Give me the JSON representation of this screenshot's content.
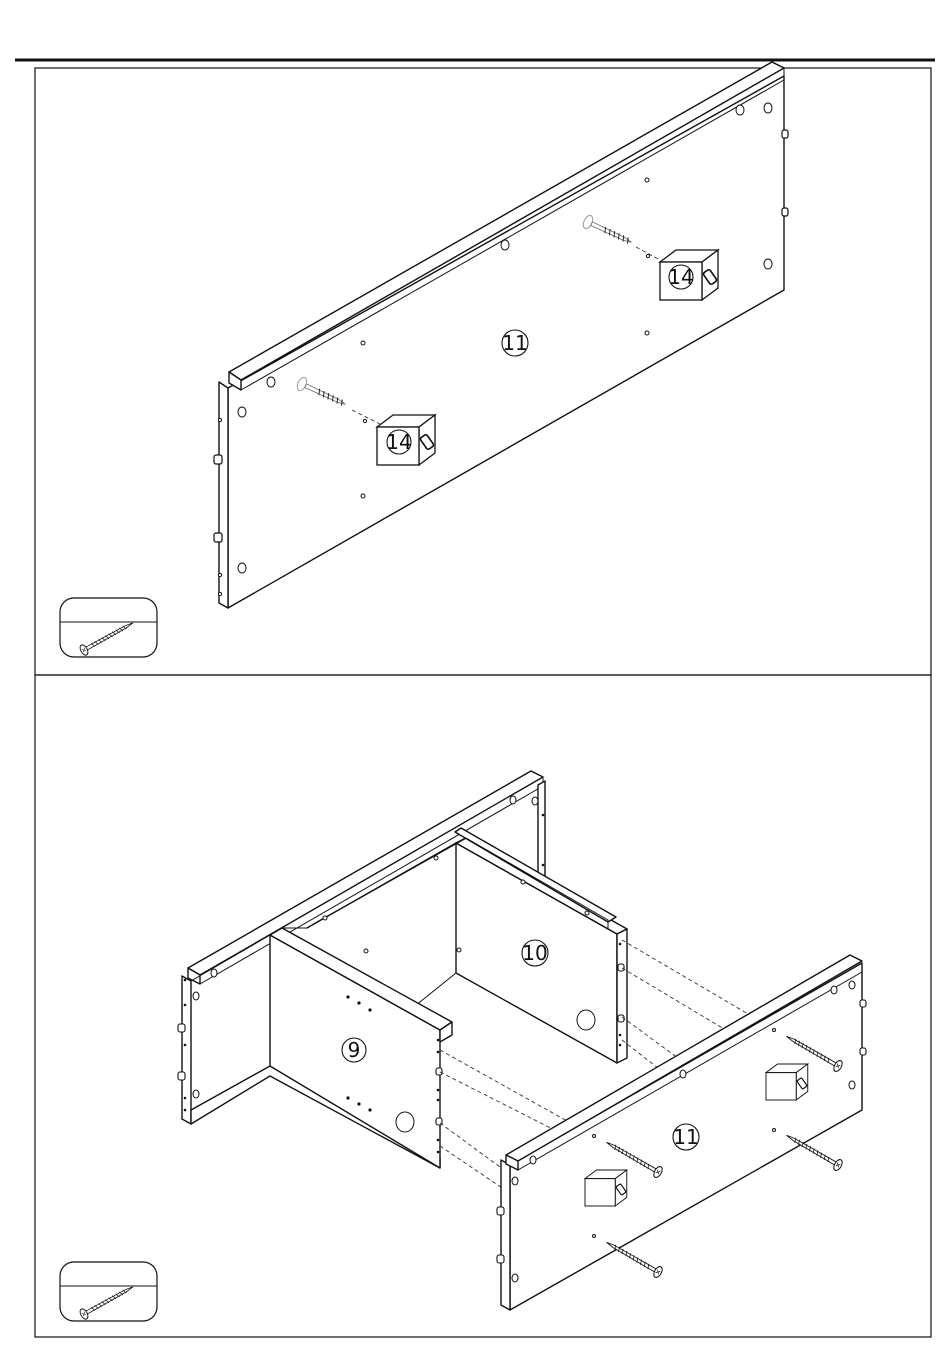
{
  "steps": [
    {
      "labels": {
        "panel_main": "11",
        "block_left": "14",
        "block_right": "14"
      },
      "hardware_icon": "long-screw-icon"
    },
    {
      "labels": {
        "panel_left_side": "9",
        "panel_back": "10",
        "panel_front": "11"
      },
      "hardware_icon": "long-screw-icon"
    }
  ],
  "colors": {
    "line": "#111111",
    "background": "#ffffff"
  }
}
